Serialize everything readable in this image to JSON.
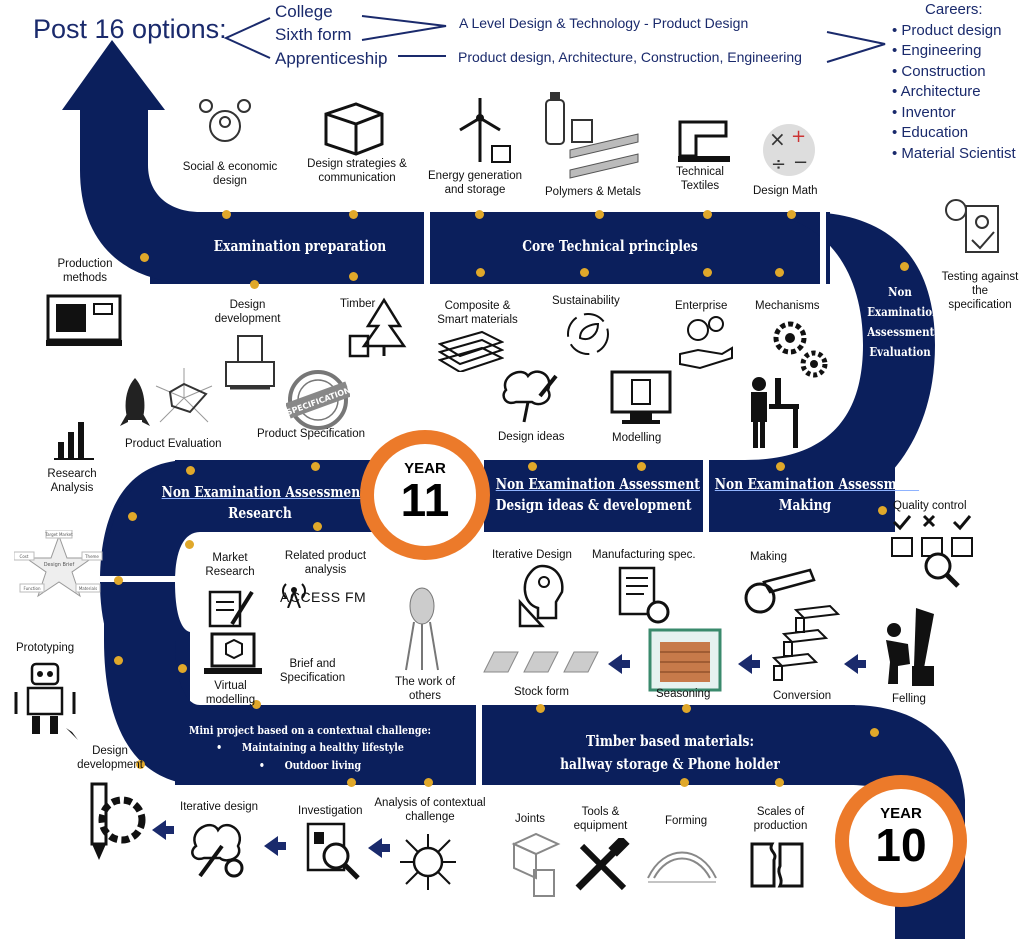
{
  "header": {
    "post16_title": "Post 16 options:",
    "options": [
      "College",
      "Sixth form",
      "Apprenticeship"
    ],
    "pathway_1": "A Level Design & Technology - Product Design",
    "pathway_2": "Product design, Architecture, Construction, Engineering",
    "careers_title": "Careers:",
    "careers": [
      "Product design",
      "Engineering",
      "Construction",
      "Architecture",
      "Inventor",
      "Education",
      "Material Scientist"
    ]
  },
  "bands": {
    "exam_prep": "Examination preparation",
    "core_tech": "Core Technical principles",
    "nea_eval": [
      "Non",
      "Examination",
      "Assessment",
      "Evaluation"
    ],
    "nea_research_1": "Non Examination Assessment",
    "nea_research_2": "Research",
    "nea_design_1": "Non Examination Assessment",
    "nea_design_2": "Design ideas & development",
    "nea_making_1": "Non Examination Assessment",
    "nea_making_2": "Making",
    "mini_project": "Mini project based on a contextual challenge:",
    "mini_bullet_1": "Maintaining a healthy lifestyle",
    "mini_bullet_2": "Outdoor living",
    "timber_1": "Timber based materials:",
    "timber_2": "hallway storage & Phone holder"
  },
  "years": {
    "label": "YEAR",
    "y11": "11",
    "y10": "10"
  },
  "labels": {
    "social": "Social & economic design",
    "design_strategies": "Design strategies & communication",
    "energy": "Energy generation and storage",
    "polymers": "Polymers & Metals",
    "technical_textiles": "Technical Textiles",
    "design_math": "Design Math",
    "testing": "Testing against the specification",
    "production_methods": "Production methods",
    "design_development_top": "Design development",
    "timber": "Timber",
    "composite": "Composite & Smart materials",
    "sustainability": "Sustainability",
    "enterprise": "Enterprise",
    "mechanisms": "Mechanisms",
    "product_evaluation": "Product Evaluation",
    "product_specification": "Product Specification",
    "specification_stamp": "SPECIFICATION",
    "design_ideas": "Design ideas",
    "modelling": "Modelling",
    "research_analysis": "Research Analysis",
    "quality_control": "Quality control",
    "market_research": "Market Research",
    "related_product": "Related product analysis",
    "access_fm": "ACCESS FM",
    "iterative_design_mid": "Iterative Design",
    "manufacturing_spec": "Manufacturing spec.",
    "making": "Making",
    "design_brief": "Design Brief",
    "star_target": "Target Market",
    "star_theme": "Theme",
    "star_materials": "Materials",
    "star_function": "Function",
    "star_cost": "Cost",
    "prototyping": "Prototyping",
    "virtual_modelling": "Virtual modelling",
    "brief_spec": "Brief and Specification",
    "work_of_others": "The work of others",
    "stock_form": "Stock form",
    "seasoning": "Seasoning",
    "conversion": "Conversion",
    "felling": "Felling",
    "design_development_bottom": "Design development",
    "iterative_design_bottom": "Iterative design",
    "investigation": "Investigation",
    "analysis_contextual": "Analysis of contextual challenge",
    "joints": "Joints",
    "tools": "Tools & equipment",
    "forming": "Forming",
    "scales": "Scales of production"
  },
  "colors": {
    "road": "#0b1f5c",
    "accent": "#ec7a2a",
    "dot": "#e0a82a",
    "text_blue": "#1a2a6c"
  }
}
